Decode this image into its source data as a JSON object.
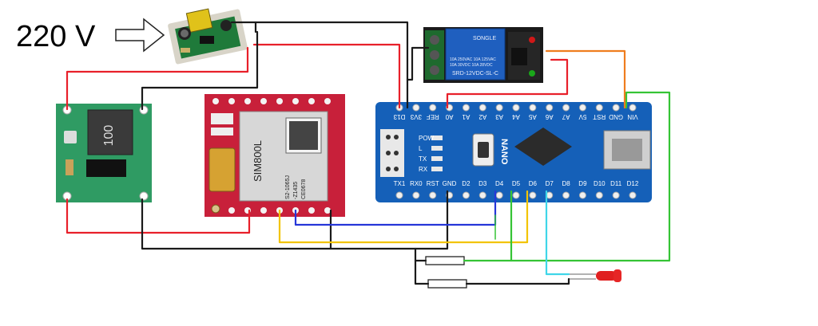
{
  "input_label": "220 V",
  "relay": {
    "brand": "SONGLE",
    "rating_line1": "10A 250VAC  10A 125VAC",
    "rating_line2": "10A  30VDC  10A  28VDC",
    "model": "SRD-12VDC-SL-C"
  },
  "buck": {
    "inductor_code": "100"
  },
  "gsm": {
    "chip": "SIM800L",
    "marks": [
      "S2-1065J",
      "-Z1435",
      "CE0678"
    ]
  },
  "nano": {
    "logo": "NANO",
    "top_pins": [
      "D12",
      "D11",
      "D10",
      "D9",
      "D8",
      "D7",
      "D6",
      "D5",
      "D4",
      "D3",
      "D2",
      "GND",
      "RST",
      "RX0",
      "TX1"
    ],
    "bottom_pins": [
      "VIN",
      "GND",
      "RST",
      "5V",
      "A7",
      "A6",
      "A5",
      "A4",
      "A3",
      "A2",
      "A1",
      "A0",
      "REF",
      "3V3",
      "D13"
    ],
    "leds": [
      "POW",
      "L",
      "TX",
      "RX"
    ]
  },
  "colors": {
    "red": "#e8202a",
    "black": "#1a1a1a",
    "yellow": "#f2c400",
    "blue": "#2536d8",
    "green": "#35c435",
    "orange": "#ef7d1e",
    "cyan": "#3fd6e8",
    "nano_blue": "#1560b8",
    "gsm_red": "#c8203a",
    "buck_green": "#2f9b63",
    "relay_blue": "#1f5fbf"
  }
}
